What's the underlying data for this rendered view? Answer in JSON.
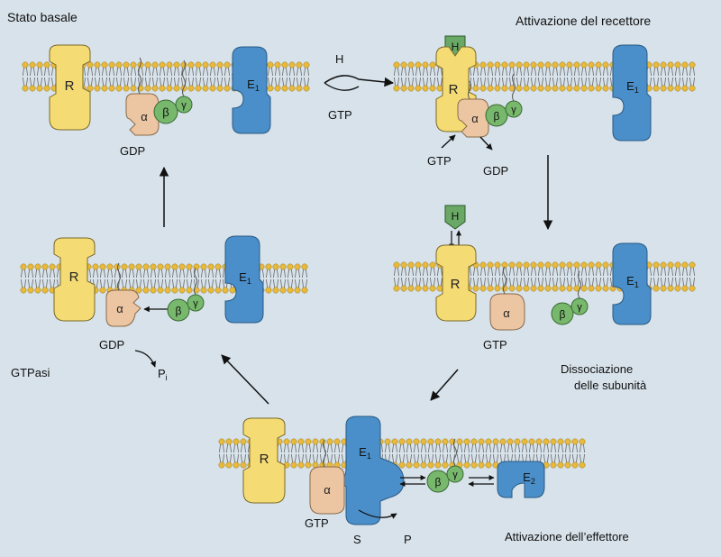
{
  "colors": {
    "background": "#d7e2ea",
    "receptor": "#f4db74",
    "effector": "#4a8fc9",
    "alpha": "#ecc5a3",
    "beta_gamma": "#77b86c",
    "hormone": "#6aa866",
    "membrane_head": "#e8b93a",
    "tail": "#555555"
  },
  "panels": {
    "top_left": {
      "title": "Stato basale",
      "receptor": "R",
      "effector": "E",
      "effector_sub": "1",
      "alpha": "α",
      "beta": "β",
      "gamma": "γ",
      "label_gdp": "GDP"
    },
    "top_right": {
      "title": "Attivazione del recettore",
      "hormone": "H",
      "receptor": "R",
      "effector": "E",
      "effector_sub": "1",
      "alpha": "α",
      "beta": "β",
      "gamma": "γ",
      "label_gtp": "GTP",
      "label_gdp": "GDP"
    },
    "mid_right": {
      "hormone": "H",
      "receptor": "R",
      "effector": "E",
      "effector_sub": "1",
      "alpha": "α",
      "beta": "β",
      "gamma": "γ",
      "label_gtp": "GTP",
      "caption_line1": "Dissociazione",
      "caption_line2": "delle subunità"
    },
    "mid_left": {
      "receptor": "R",
      "effector": "E",
      "effector_sub": "1",
      "alpha": "α",
      "beta": "β",
      "gamma": "γ",
      "label_gdp": "GDP",
      "label_pi": "P",
      "label_pi_sub": "i",
      "side_label": "GTPasi"
    },
    "bottom": {
      "receptor": "R",
      "effector": "E",
      "effector_sub": "1",
      "effector2": "E",
      "effector2_sub": "2",
      "alpha": "α",
      "beta": "β",
      "gamma": "γ",
      "label_gtp": "GTP",
      "label_s": "S",
      "label_p": "P",
      "caption": "Attivazione dell’effettore"
    }
  },
  "arrow_labels": {
    "top_arrow_above": "H",
    "top_arrow_below": "GTP"
  }
}
